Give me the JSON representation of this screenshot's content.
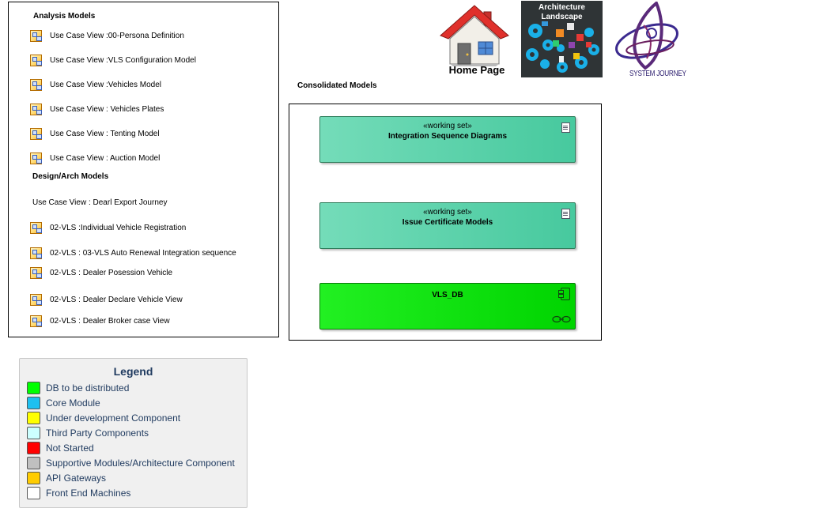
{
  "analysis": {
    "title": "Analysis Models",
    "items": [
      "Use Case View :00-Persona Definition",
      "Use Case View :VLS Configuration Model",
      "Use Case View :Vehicles Model",
      "Use Case View : Vehicles Plates",
      "Use Case View : Tenting Model",
      "Use Case View : Auction Model"
    ]
  },
  "design": {
    "title": "Design/Arch Models",
    "plain_item": "Use Case View : Dearl Export Journey",
    "items": [
      "02-VLS :Individual Vehicle Registration",
      "02-VLS : 03-VLS Auto Renewal Integration sequence",
      "02-VLS : Dealer Posession Vehicle",
      "02-VLS : Dealer Declare Vehicle View",
      "02-VLS : Dealer Broker case View"
    ]
  },
  "header": {
    "home_label": "Home Page",
    "arch_title": "Architecture Landscape",
    "system_label": "SYSTEM JOURNEY"
  },
  "consolidated": {
    "title": "Consolidated Models",
    "packages": [
      {
        "stereotype": "«working set»",
        "name": "Integration Sequence Diagrams"
      },
      {
        "stereotype": "«working set»",
        "name": "Issue Certificate Models"
      }
    ],
    "db": {
      "name": "VLS_DB"
    }
  },
  "legend": {
    "title": "Legend",
    "items": [
      {
        "label": "DB to be distributed",
        "color": "#00ff00"
      },
      {
        "label": "Core Module",
        "color": "#1ec0f0"
      },
      {
        "label": "Under development Component",
        "color": "#ffff00"
      },
      {
        "label": "Third Party Components",
        "color": "#ccffff"
      },
      {
        "label": "Not Started",
        "color": "#ff0000"
      },
      {
        "label": "Supportive Modules/Architecture Component",
        "color": "#c0c0c0"
      },
      {
        "label": "API Gateways",
        "color": "#ffcc00"
      },
      {
        "label": "Front End Machines",
        "color": "#ffffff"
      }
    ]
  }
}
